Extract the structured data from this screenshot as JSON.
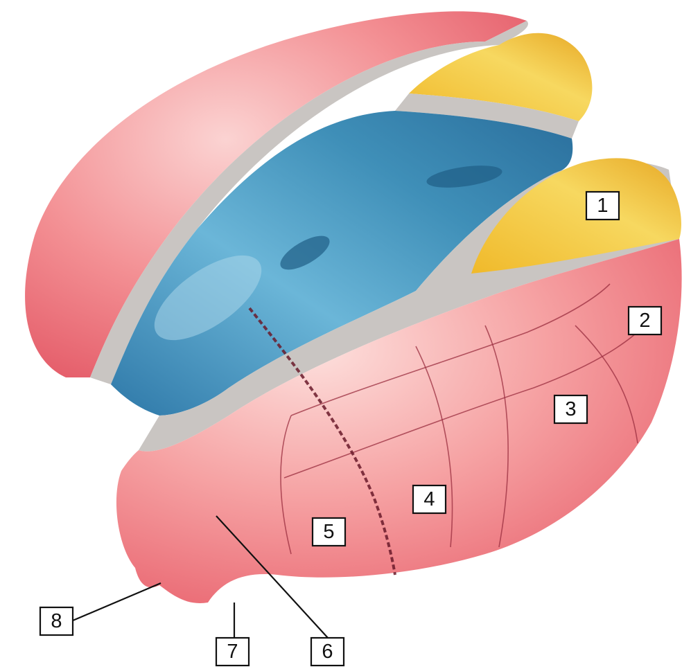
{
  "labels": {
    "l1": "1",
    "l2": "2",
    "l3": "3",
    "l4": "4",
    "l5": "5",
    "l6": "6",
    "l7": "7",
    "l8": "8"
  },
  "colors": {
    "cortex": "#f07a82",
    "ventricle": "#3f8fb8",
    "nucleus": "#f2c431",
    "border": "#c9c5c2"
  }
}
